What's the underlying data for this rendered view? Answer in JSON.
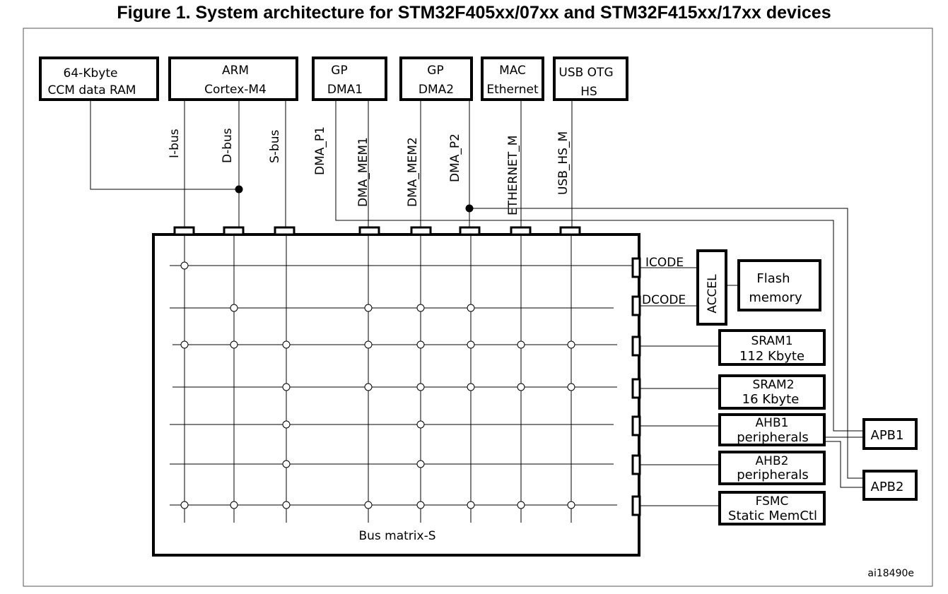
{
  "title": "Figure 1. System architecture for STM32F405xx/07xx and STM32F415xx/17xx devices",
  "masters": [
    {
      "id": "ccm",
      "lines": [
        "64-Kbyte",
        "CCM data RAM"
      ]
    },
    {
      "id": "arm",
      "lines": [
        "ARM",
        "Cortex-M4"
      ]
    },
    {
      "id": "dma1",
      "lines": [
        "GP",
        "DMA1"
      ]
    },
    {
      "id": "dma2",
      "lines": [
        "GP",
        "DMA2"
      ]
    },
    {
      "id": "mac",
      "lines": [
        "MAC",
        "Ethernet"
      ]
    },
    {
      "id": "usb",
      "lines": [
        "USB OTG",
        "HS"
      ]
    }
  ],
  "bus_labels": [
    "I-bus",
    "D-bus",
    "S-bus",
    "DMA_P1",
    "DMA_MEM1",
    "DMA_MEM2",
    "DMA_P2",
    "ETHERNET_M",
    "USB_HS_M"
  ],
  "slave_labels": {
    "icode": "ICODE",
    "dcode": "DCODE"
  },
  "accel": "ACCEL",
  "flash": [
    "Flash",
    "memory"
  ],
  "slaves": [
    {
      "id": "sram1",
      "lines": [
        "SRAM1",
        "112 Kbyte"
      ]
    },
    {
      "id": "sram2",
      "lines": [
        "SRAM2",
        "16 Kbyte"
      ]
    },
    {
      "id": "ahb1",
      "lines": [
        "AHB1",
        "peripherals"
      ]
    },
    {
      "id": "ahb2",
      "lines": [
        "AHB2",
        "peripherals"
      ]
    },
    {
      "id": "fsmc",
      "lines": [
        "FSMC",
        "Static MemCtl"
      ]
    }
  ],
  "apb": [
    "APB1",
    "APB2"
  ],
  "matrix_label": "Bus matrix-S",
  "figure_id": "ai18490e"
}
